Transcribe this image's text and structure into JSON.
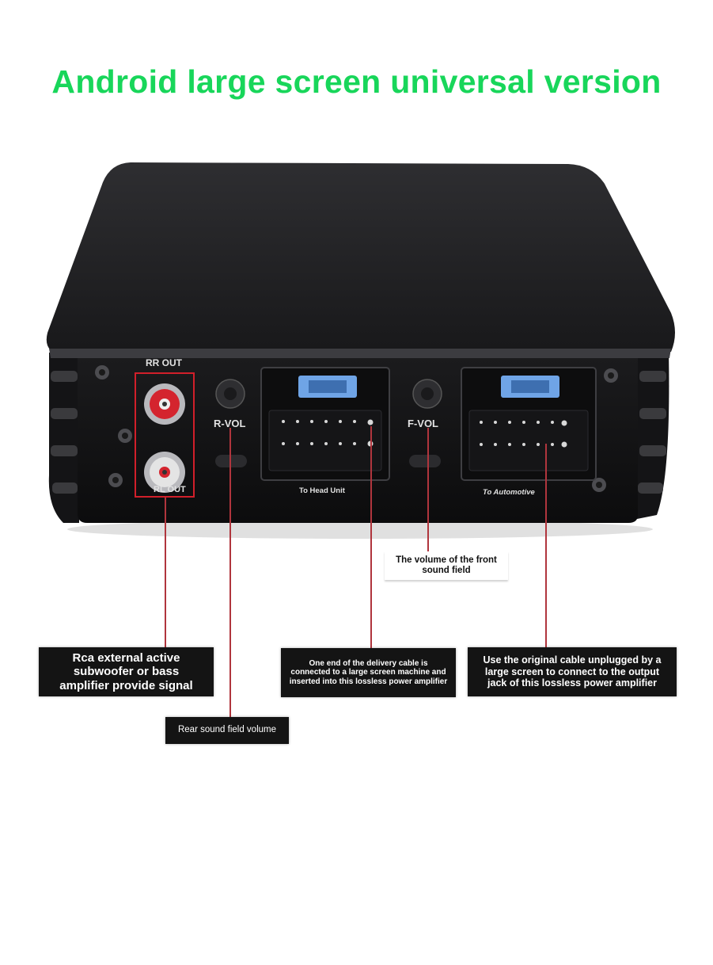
{
  "headline": {
    "text": "Android large screen universal version",
    "color": "#18d65a"
  },
  "device": {
    "panel_labels": {
      "rr_out": "RR OUT",
      "rl_out": "RL OUT",
      "r_vol": "R-VOL",
      "f_vol": "F-VOL",
      "to_head_unit": "To Head Unit",
      "to_automotive": "To Automotive"
    },
    "colors": {
      "body": "#1c1c1e",
      "panel": "#101012",
      "rca_red": "#d4242e",
      "rca_white": "#e4e4e4",
      "highlight_frame": "#d11f2a",
      "connector_clip": "#6fa4e6"
    }
  },
  "callouts": {
    "rca_output": "Rca external active subwoofer or bass amplifier provide signal",
    "rear_volume": "Rear sound field volume",
    "front_volume": "The volume of the front sound field",
    "head_unit_cable": "One end of the delivery cable is connected to a large screen machine and inserted into this lossless power amplifier",
    "automotive_cable": "Use the original cable unplugged by a large screen to connect to the output jack of this lossless power amplifier"
  },
  "leader_color": "#b0353d"
}
